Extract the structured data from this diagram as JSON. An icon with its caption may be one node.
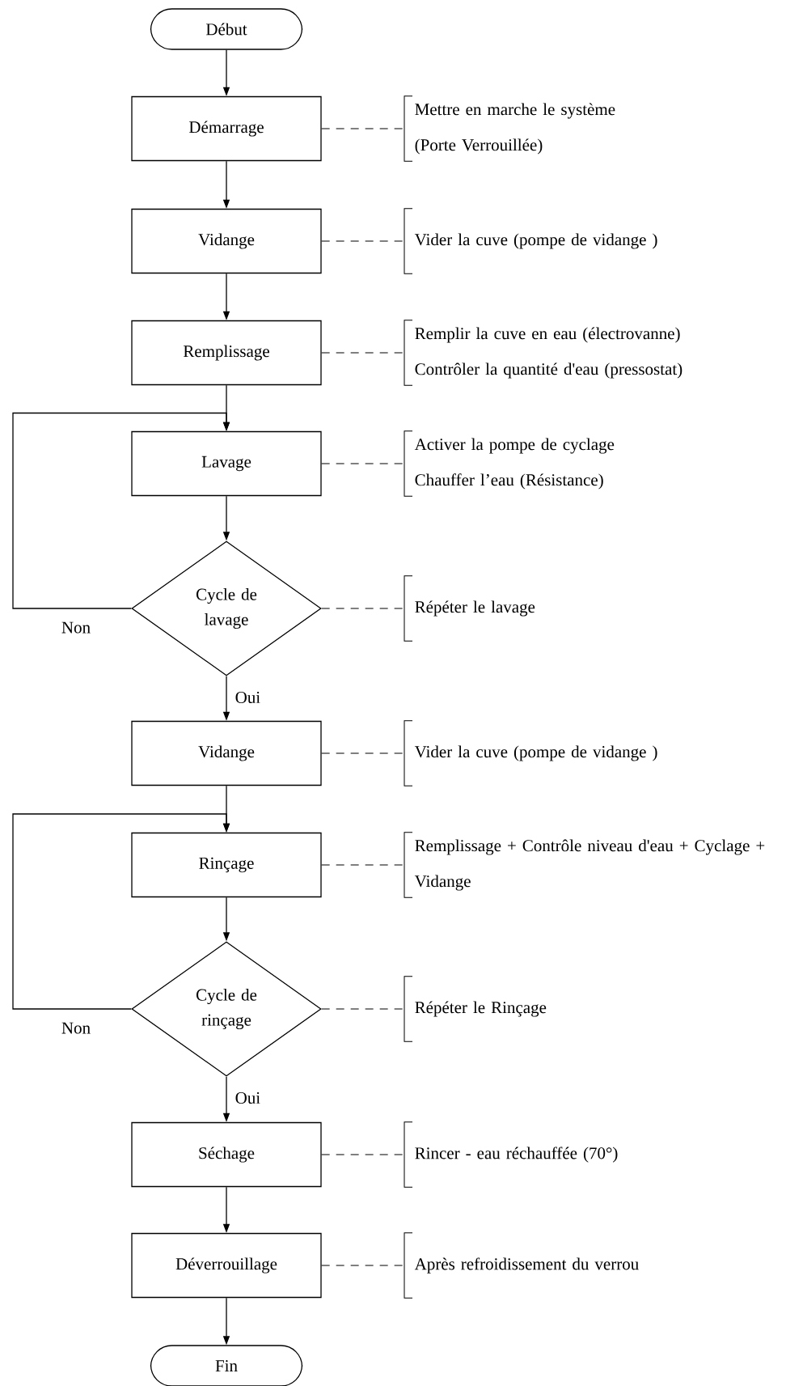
{
  "diagram": {
    "nodes": [
      {
        "text": [
          "Début"
        ]
      },
      {
        "text": [
          "Démarrage"
        ]
      },
      {
        "text": [
          "Mettre en marche le système",
          "(Porte Verrouillée)"
        ]
      },
      {
        "text": [
          "Vidange"
        ]
      },
      {
        "text": [
          "Vider la cuve (pompe de vidange )"
        ]
      },
      {
        "text": [
          "Remplissage"
        ]
      },
      {
        "text": [
          "Remplir la cuve en eau  (électrovanne)",
          "Contrôler la quantité d'eau (pressostat)"
        ]
      },
      {
        "text": [
          "Lavage"
        ]
      },
      {
        "text": [
          "Activer la pompe de cyclage",
          "Chauffer l’eau (Résistance)"
        ]
      },
      {
        "text": [
          "Cycle de lavage"
        ]
      },
      {
        "text": [
          "Répéter le lavage"
        ]
      },
      {
        "text": [
          "Vidange"
        ]
      },
      {
        "text": [
          "Vider la cuve (pompe de vidange )"
        ]
      },
      {
        "text": [
          "Rinçage"
        ]
      },
      {
        "text": [
          "Remplissage + Contrôle niveau d'eau + Cyclage + Vidange"
        ]
      },
      {
        "text": [
          "Cycle de rinçage"
        ]
      },
      {
        "text": [
          "Répéter le Rinçage"
        ]
      },
      {
        "text": [
          "Séchage"
        ]
      },
      {
        "text": [
          "Rincer - eau réchauffée (70°)"
        ]
      },
      {
        "text": [
          "Déverrouillage"
        ]
      },
      {
        "text": [
          "Après refroidissement du verrou"
        ]
      },
      {
        "text": [
          "Fin"
        ]
      }
    ],
    "edges": [
      {
        "from": 0,
        "to": 1,
        "arrow": "to"
      },
      {
        "from": 1,
        "to": 3,
        "arrow": "to"
      },
      {
        "from": 3,
        "to": 5,
        "arrow": "to"
      },
      {
        "from": 5,
        "to": 7,
        "arrow": "to"
      },
      {
        "from": 7,
        "to": 9,
        "arrow": "to"
      },
      {
        "from": 9,
        "to": 11,
        "arrow": "to",
        "label": "Oui"
      },
      {
        "from": 9,
        "to": 7,
        "arrow": "to",
        "label": "Non"
      },
      {
        "from": 11,
        "to": 13,
        "arrow": "to"
      },
      {
        "from": 13,
        "to": 15,
        "arrow": "to"
      },
      {
        "from": 15,
        "to": 17,
        "arrow": "to",
        "label": "Oui"
      },
      {
        "from": 15,
        "to": 13,
        "arrow": "to",
        "label": "Non"
      },
      {
        "from": 17,
        "to": 19,
        "arrow": "to"
      },
      {
        "from": 19,
        "to": 21,
        "arrow": "to"
      },
      {
        "from": 1,
        "to": 2,
        "arrow": "none",
        "style": "dashed"
      },
      {
        "from": 3,
        "to": 4,
        "arrow": "none",
        "style": "dashed"
      },
      {
        "from": 5,
        "to": 6,
        "arrow": "none",
        "style": "dashed"
      },
      {
        "from": 7,
        "to": 8,
        "arrow": "none",
        "style": "dashed"
      },
      {
        "from": 9,
        "to": 10,
        "arrow": "none",
        "style": "dashed"
      },
      {
        "from": 11,
        "to": 12,
        "arrow": "none",
        "style": "dashed"
      },
      {
        "from": 13,
        "to": 14,
        "arrow": "none",
        "style": "dashed"
      },
      {
        "from": 15,
        "to": 16,
        "arrow": "none",
        "style": "dashed"
      },
      {
        "from": 17,
        "to": 18,
        "arrow": "none",
        "style": "dashed"
      },
      {
        "from": 19,
        "to": 20,
        "arrow": "none",
        "style": "dashed"
      }
    ]
  }
}
